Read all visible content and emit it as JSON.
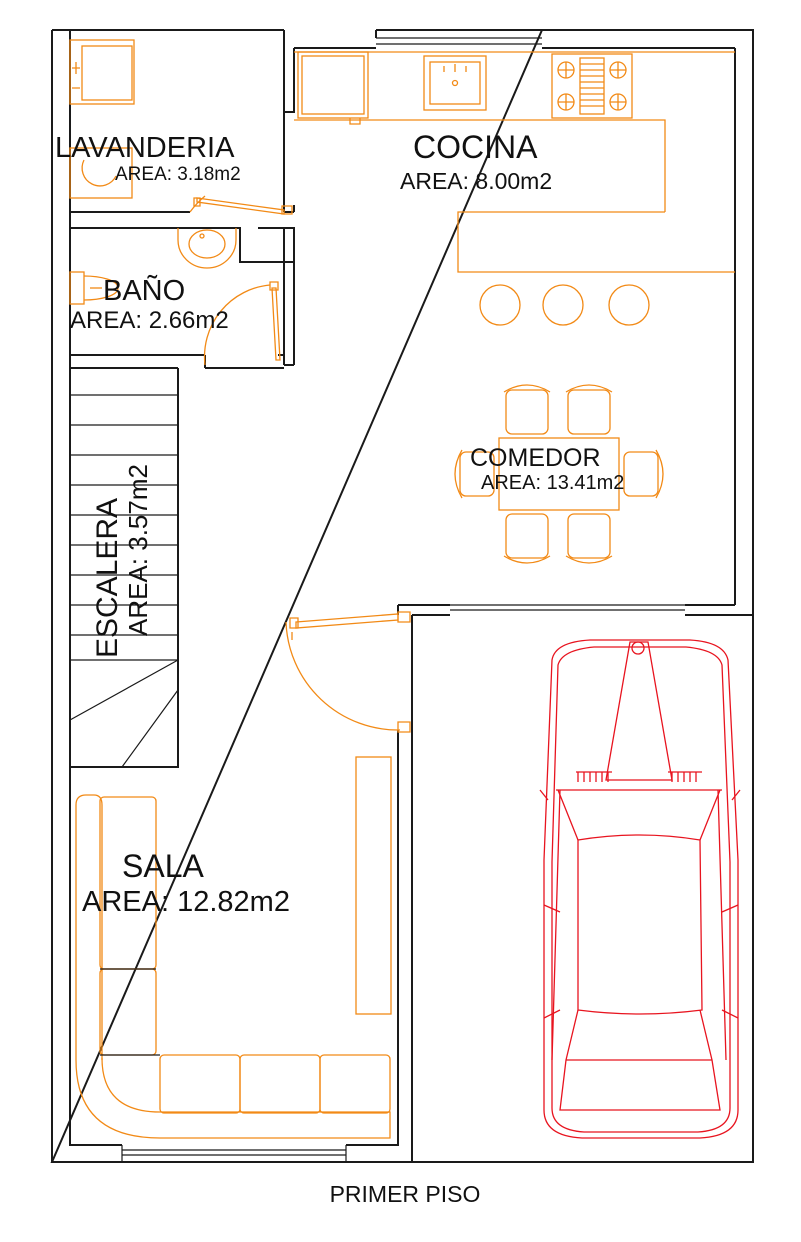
{
  "plan": {
    "title": "PRIMER PISO",
    "rooms": [
      {
        "id": "lavanderia",
        "name": "LAVANDERIA",
        "area": "AREA: 3.18m2"
      },
      {
        "id": "cocina",
        "name": "COCINA",
        "area": "AREA: 8.00m2"
      },
      {
        "id": "bano",
        "name": "BAÑO",
        "area": "AREA: 2.66m2"
      },
      {
        "id": "comedor",
        "name": "COMEDOR",
        "area": "AREA: 13.41m2"
      },
      {
        "id": "escalera",
        "name": "ESCALERA",
        "area": "AREA: 3.57m2"
      },
      {
        "id": "sala",
        "name": "SALA",
        "area": "AREA: 12.82m2"
      }
    ]
  },
  "colors": {
    "walls": "#1a1a1a",
    "furniture": "#f28a16",
    "car": "#e8141f",
    "text": "#111111"
  },
  "icons": [
    "sink-icon",
    "stove-icon",
    "washer-icon",
    "toilet-icon",
    "car-icon",
    "sofa-icon",
    "stool-icon",
    "chair-icon",
    "door-icon"
  ]
}
